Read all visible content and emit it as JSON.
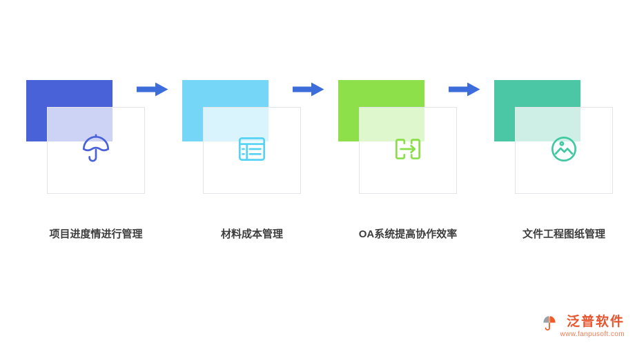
{
  "steps": [
    {
      "label": "项目进度情进行管理",
      "icon": "umbrella-icon",
      "square_color": "#4a62d8",
      "icon_color": "#4a62d8"
    },
    {
      "label": "材料成本管理",
      "icon": "spreadsheet-icon",
      "square_color": "#76d6f8",
      "icon_color": "#55d2f5"
    },
    {
      "label": "OA系统提高协作效率",
      "icon": "transfer-icon",
      "square_color": "#8ee04a",
      "icon_color": "#8ade4a"
    },
    {
      "label": "文件工程图纸管理",
      "icon": "image-icon",
      "square_color": "#4cc7a6",
      "icon_color": "#3fc9a0"
    }
  ],
  "arrow": {
    "color": "#3d6cdb"
  },
  "logo": {
    "brand": "泛普软件",
    "website": "www.fanpusoft.com",
    "brand_color": "#e8542e"
  }
}
